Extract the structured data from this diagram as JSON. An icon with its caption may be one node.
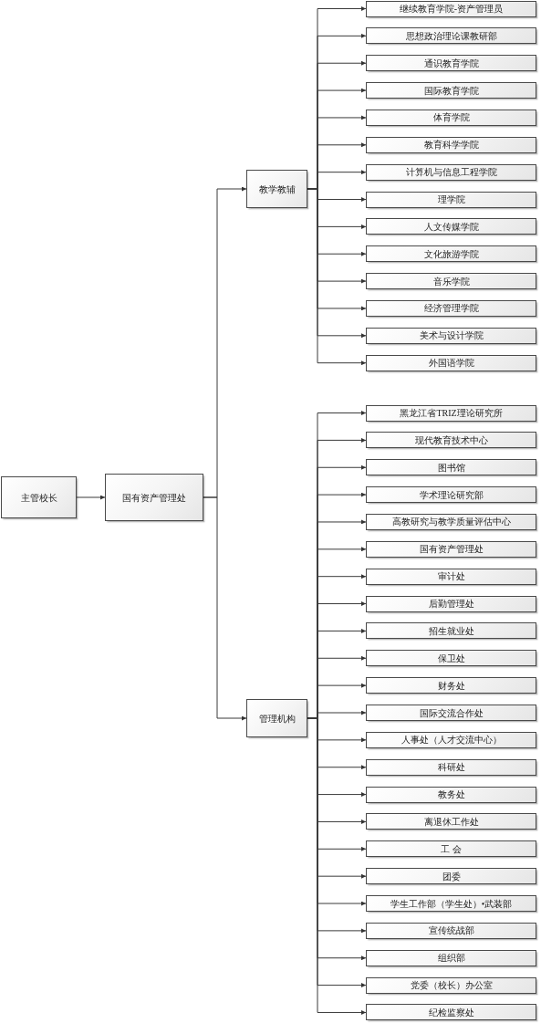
{
  "diagram": {
    "nodes": [
      {
        "text": [
          "主管校长"
        ]
      },
      {
        "text": [
          "国有资产管理处"
        ]
      },
      {
        "text": [
          "教学教辅"
        ]
      },
      {
        "text": [
          "管理机构"
        ]
      },
      {
        "text": [
          "继续教育学院-资产管理员"
        ]
      },
      {
        "text": [
          "思想政治理论课教研部"
        ]
      },
      {
        "text": [
          "通识教育学院"
        ]
      },
      {
        "text": [
          "国际教育学院"
        ]
      },
      {
        "text": [
          "体育学院"
        ]
      },
      {
        "text": [
          "教育科学学院"
        ]
      },
      {
        "text": [
          "计算机与信息工程学院"
        ]
      },
      {
        "text": [
          "理学院"
        ]
      },
      {
        "text": [
          "人文传媒学院"
        ]
      },
      {
        "text": [
          "文化旅游学院"
        ]
      },
      {
        "text": [
          "音乐学院"
        ]
      },
      {
        "text": [
          "经济管理学院"
        ]
      },
      {
        "text": [
          "美术与设计学院"
        ]
      },
      {
        "text": [
          "外国语学院"
        ]
      },
      {
        "text": [
          "黑龙江省TRIZ理论研究所"
        ]
      },
      {
        "text": [
          "现代教育技术中心"
        ]
      },
      {
        "text": [
          "图书馆"
        ]
      },
      {
        "text": [
          "学术理论研究部"
        ]
      },
      {
        "text": [
          "高教研究与教学质量评估中心"
        ]
      },
      {
        "text": [
          "国有资产管理处"
        ]
      },
      {
        "text": [
          "审计处"
        ]
      },
      {
        "text": [
          "后勤管理处"
        ]
      },
      {
        "text": [
          "招生就业处"
        ]
      },
      {
        "text": [
          "保卫处"
        ]
      },
      {
        "text": [
          "财务处"
        ]
      },
      {
        "text": [
          "国际交流合作处"
        ]
      },
      {
        "text": [
          "人事处（人才交流中心）"
        ]
      },
      {
        "text": [
          "科研处"
        ]
      },
      {
        "text": [
          "教务处"
        ]
      },
      {
        "text": [
          "离退休工作处"
        ]
      },
      {
        "text": [
          "工 会"
        ]
      },
      {
        "text": [
          "团委"
        ]
      },
      {
        "text": [
          "学生工作部（学生处）•武装部"
        ]
      },
      {
        "text": [
          "宣传统战部"
        ]
      },
      {
        "text": [
          "组织部"
        ]
      },
      {
        "text": [
          "党委（校长）办公室"
        ]
      },
      {
        "text": [
          "纪检监察处"
        ]
      }
    ],
    "edges": [
      {
        "from": 0,
        "to": 1,
        "arrow": "to"
      },
      {
        "from": 1,
        "to": 2,
        "arrow": "to"
      },
      {
        "from": 1,
        "to": 3,
        "arrow": "to"
      },
      {
        "from": 2,
        "to": 4,
        "arrow": "to"
      },
      {
        "from": 2,
        "to": 5,
        "arrow": "to"
      },
      {
        "from": 2,
        "to": 6,
        "arrow": "to"
      },
      {
        "from": 2,
        "to": 7,
        "arrow": "to"
      },
      {
        "from": 2,
        "to": 8,
        "arrow": "to"
      },
      {
        "from": 2,
        "to": 9,
        "arrow": "to"
      },
      {
        "from": 2,
        "to": 10,
        "arrow": "to"
      },
      {
        "from": 2,
        "to": 11,
        "arrow": "to"
      },
      {
        "from": 2,
        "to": 12,
        "arrow": "to"
      },
      {
        "from": 2,
        "to": 13,
        "arrow": "to"
      },
      {
        "from": 2,
        "to": 14,
        "arrow": "to"
      },
      {
        "from": 2,
        "to": 15,
        "arrow": "to"
      },
      {
        "from": 2,
        "to": 16,
        "arrow": "to"
      },
      {
        "from": 2,
        "to": 17,
        "arrow": "to"
      },
      {
        "from": 3,
        "to": 18,
        "arrow": "to"
      },
      {
        "from": 3,
        "to": 19,
        "arrow": "to"
      },
      {
        "from": 3,
        "to": 20,
        "arrow": "to"
      },
      {
        "from": 3,
        "to": 21,
        "arrow": "to"
      },
      {
        "from": 3,
        "to": 22,
        "arrow": "to"
      },
      {
        "from": 3,
        "to": 23,
        "arrow": "to"
      },
      {
        "from": 3,
        "to": 24,
        "arrow": "to"
      },
      {
        "from": 3,
        "to": 25,
        "arrow": "to"
      },
      {
        "from": 3,
        "to": 26,
        "arrow": "to"
      },
      {
        "from": 3,
        "to": 27,
        "arrow": "to"
      },
      {
        "from": 3,
        "to": 28,
        "arrow": "to"
      },
      {
        "from": 3,
        "to": 29,
        "arrow": "to"
      },
      {
        "from": 3,
        "to": 30,
        "arrow": "to"
      },
      {
        "from": 3,
        "to": 31,
        "arrow": "to"
      },
      {
        "from": 3,
        "to": 32,
        "arrow": "to"
      },
      {
        "from": 3,
        "to": 33,
        "arrow": "to"
      },
      {
        "from": 3,
        "to": 34,
        "arrow": "to"
      },
      {
        "from": 3,
        "to": 35,
        "arrow": "to"
      },
      {
        "from": 3,
        "to": 36,
        "arrow": "to"
      },
      {
        "from": 3,
        "to": 37,
        "arrow": "to"
      },
      {
        "from": 3,
        "to": 38,
        "arrow": "to"
      },
      {
        "from": 3,
        "to": 39,
        "arrow": "to"
      },
      {
        "from": 3,
        "to": 40,
        "arrow": "to"
      }
    ]
  }
}
